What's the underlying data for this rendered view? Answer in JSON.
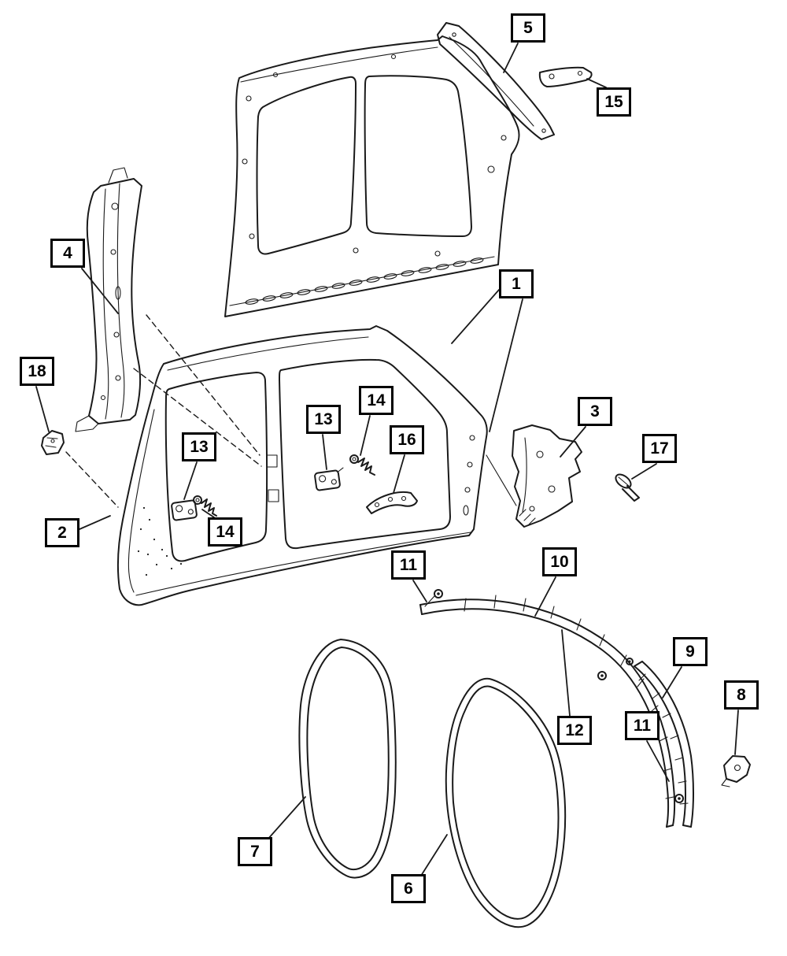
{
  "colors": {
    "background": "#ffffff",
    "line": "#1a1a1a"
  },
  "callouts": [
    {
      "label": "5"
    },
    {
      "label": "15"
    },
    {
      "label": "4"
    },
    {
      "label": "1"
    },
    {
      "label": "18"
    },
    {
      "label": "3"
    },
    {
      "label": "13"
    },
    {
      "label": "14"
    },
    {
      "label": "16"
    },
    {
      "label": "17"
    },
    {
      "label": "13"
    },
    {
      "label": "2"
    },
    {
      "label": "14"
    },
    {
      "label": "11"
    },
    {
      "label": "10"
    },
    {
      "label": "9"
    },
    {
      "label": "8"
    },
    {
      "label": "12"
    },
    {
      "label": "11"
    },
    {
      "label": "7"
    },
    {
      "label": "6"
    }
  ]
}
